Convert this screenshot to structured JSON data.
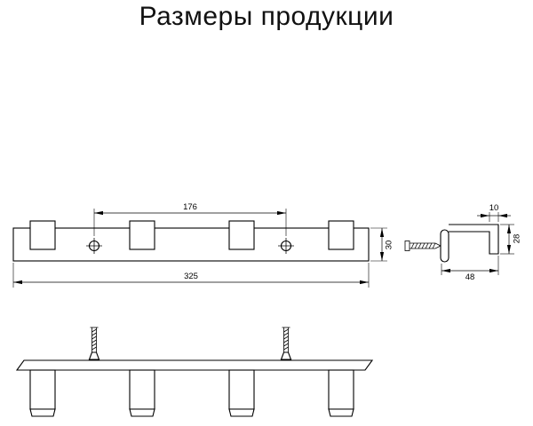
{
  "title": "Размеры продукции",
  "drawing": {
    "stroke_color": "#000000",
    "background": "#ffffff"
  },
  "views": {
    "front": {
      "hole_spacing": "176",
      "total_length": "325",
      "height": "30"
    },
    "side": {
      "hook_width": "10",
      "hook_height": "28",
      "depth": "48"
    }
  }
}
